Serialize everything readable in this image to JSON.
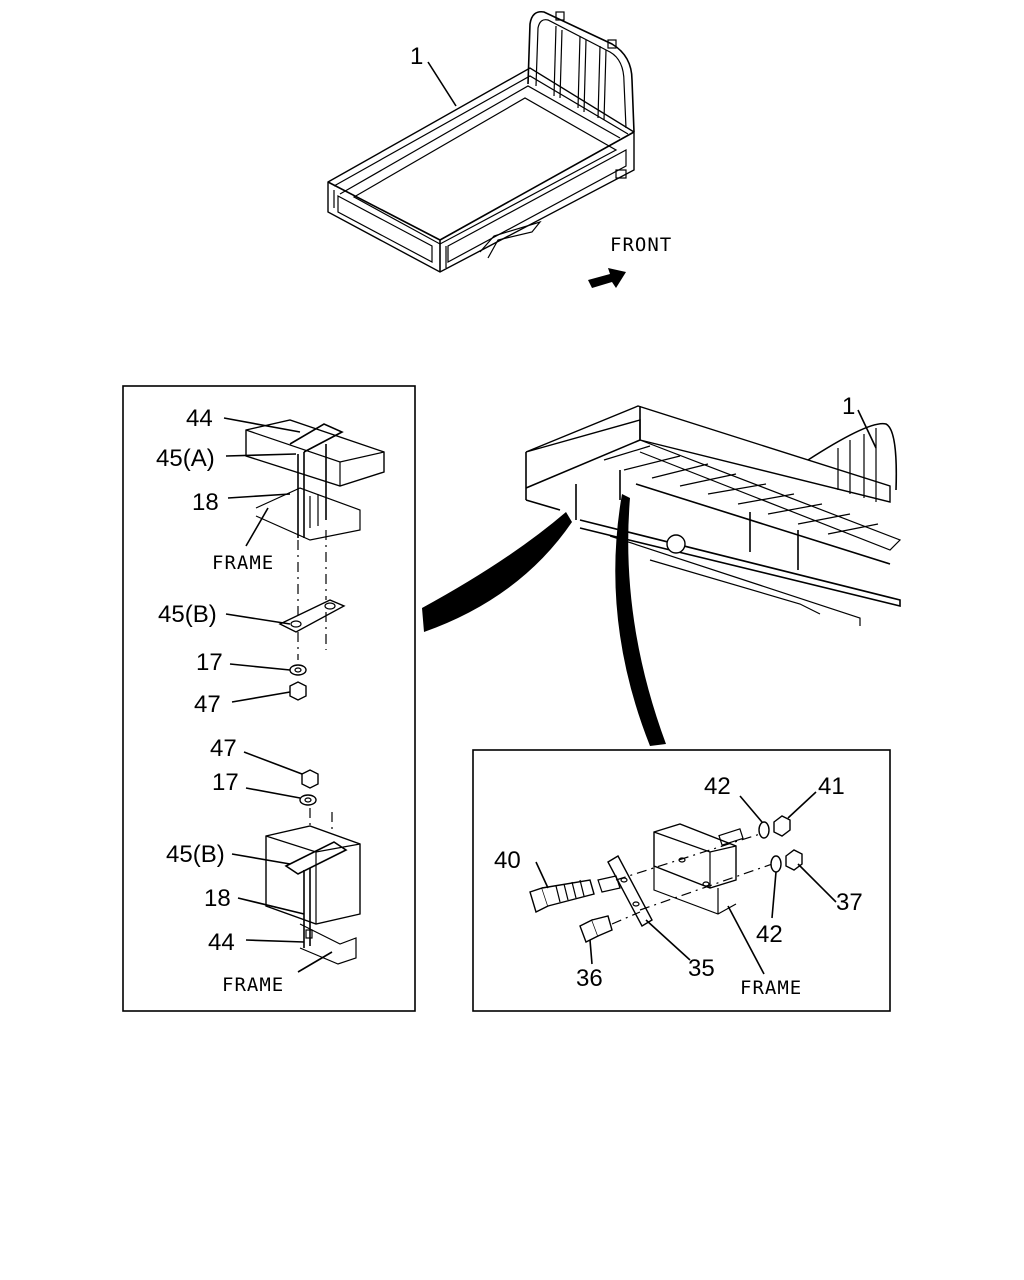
{
  "diagram": {
    "front_label": "FRONT",
    "callouts": {
      "body_top": "1",
      "body_right": "1",
      "left_44_top": "44",
      "left_45a": "45(A)",
      "left_18_top": "18",
      "left_frame_top": "FRAME",
      "left_45b_top": "45(B)",
      "left_17_top": "17",
      "left_47_top": "47",
      "left_47_bottom": "47",
      "left_17_bottom": "17",
      "left_45b_bottom": "45(B)",
      "left_18_bottom": "18",
      "left_44_bottom": "44",
      "left_frame_bottom": "FRAME",
      "right_42_top": "42",
      "right_41": "41",
      "right_40": "40",
      "right_37": "37",
      "right_42_bottom": "42",
      "right_36": "36",
      "right_35": "35",
      "right_frame": "FRAME"
    }
  }
}
